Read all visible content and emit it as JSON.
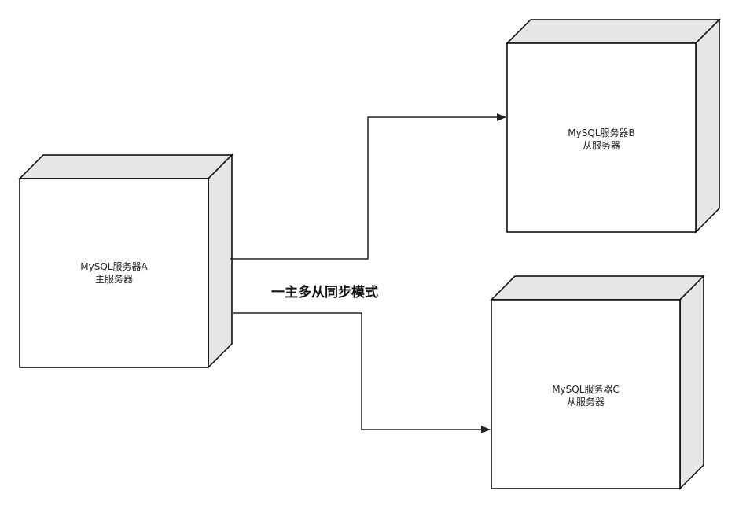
{
  "caption": "一主多从同步模式",
  "nodes": {
    "a": {
      "name": "MySQL服务器A",
      "role": "主服务器"
    },
    "b": {
      "name": "MySQL服务器B",
      "role": "从服务器"
    },
    "c": {
      "name": "MySQL服务器C",
      "role": "从服务器"
    }
  },
  "colors": {
    "box_fill": "#ffffff",
    "box_side": "#e6e6e6",
    "stroke": "#000000",
    "connector": "#222222"
  }
}
